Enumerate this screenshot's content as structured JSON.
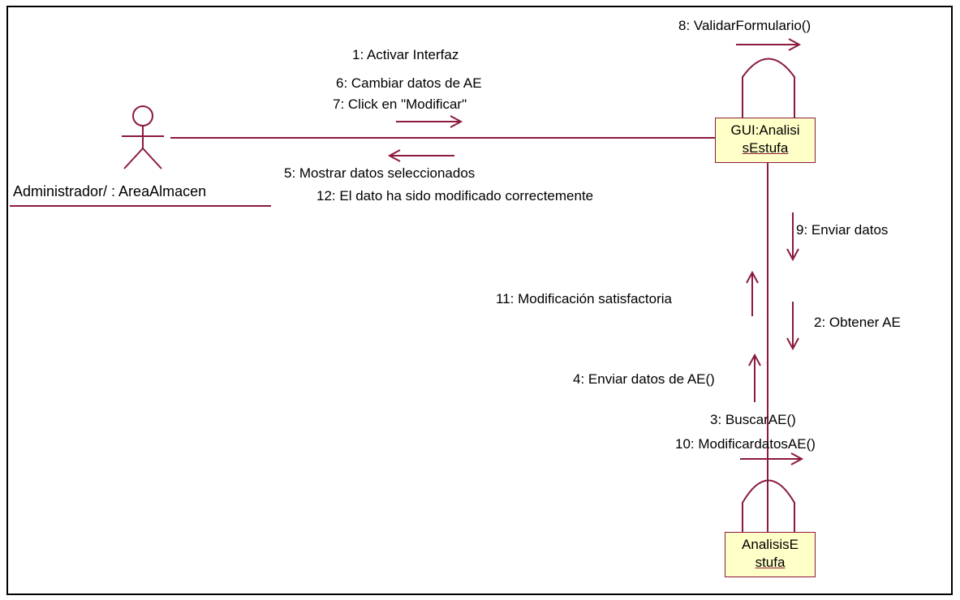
{
  "diagram": {
    "line_color": "#8b1a3c",
    "box_fill": "#ffffc8",
    "actor": {
      "name": "Administrador/ : AreaAlmacen"
    },
    "objects": [
      {
        "line1": "GUI:Analisi",
        "line2": "sEstufa"
      },
      {
        "line1": "AnalisisE",
        "line2": "stufa"
      }
    ],
    "messages": {
      "m1": "1: Activar Interfaz",
      "m6": "6: Cambiar datos de AE",
      "m7": "7: Click en \"Modificar\"",
      "m5": "5: Mostrar datos seleccionados",
      "m12": "12:  El dato ha sido modificado correctemente",
      "m8": "8: ValidarFormulario()",
      "m9": "9: Enviar datos",
      "m11": "11: Modificación satisfactoria",
      "m2": "2: Obtener AE",
      "m4": "4: Enviar datos de AE()",
      "m3": "3: BuscarAE()",
      "m10": "10: ModificardatosAE()"
    }
  }
}
